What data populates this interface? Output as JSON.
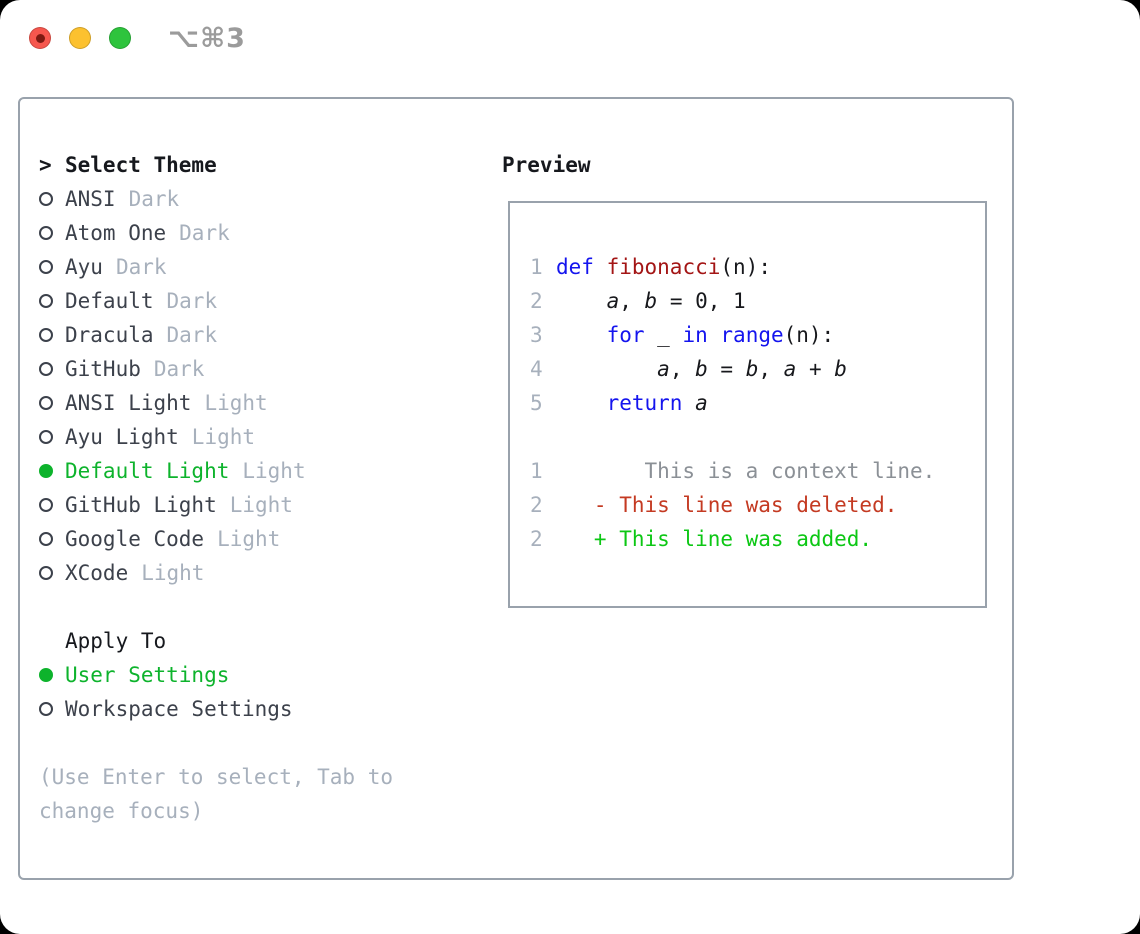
{
  "window": {
    "title": "⌥⌘3"
  },
  "theme_picker": {
    "header_prefix": ">",
    "header": "Select Theme",
    "items": [
      {
        "name": "ANSI",
        "variant": "Dark",
        "selected": false
      },
      {
        "name": "Atom One",
        "variant": "Dark",
        "selected": false
      },
      {
        "name": "Ayu",
        "variant": "Dark",
        "selected": false
      },
      {
        "name": "Default",
        "variant": "Dark",
        "selected": false
      },
      {
        "name": "Dracula",
        "variant": "Dark",
        "selected": false
      },
      {
        "name": "GitHub",
        "variant": "Dark",
        "selected": false
      },
      {
        "name": "ANSI Light",
        "variant": "Light",
        "selected": false
      },
      {
        "name": "Ayu Light",
        "variant": "Light",
        "selected": false
      },
      {
        "name": "Default Light",
        "variant": "Light",
        "selected": true
      },
      {
        "name": "GitHub Light",
        "variant": "Light",
        "selected": false
      },
      {
        "name": "Google Code",
        "variant": "Light",
        "selected": false
      },
      {
        "name": "XCode",
        "variant": "Light",
        "selected": false
      }
    ]
  },
  "apply_to": {
    "header": "Apply To",
    "options": [
      {
        "name": "User Settings",
        "selected": true
      },
      {
        "name": "Workspace Settings",
        "selected": false
      }
    ]
  },
  "hint": "(Use Enter to select, Tab to change focus)",
  "preview": {
    "header": "Preview",
    "lines": [
      {
        "num": "1",
        "tokens": [
          [
            "def",
            "kw"
          ],
          [
            " ",
            "p"
          ],
          [
            "fibonacci",
            "fn"
          ],
          [
            "(n):",
            "p"
          ]
        ]
      },
      {
        "num": "2",
        "tokens": [
          [
            "    ",
            "p"
          ],
          [
            "a",
            "v"
          ],
          [
            ", ",
            "p"
          ],
          [
            "b",
            "v"
          ],
          [
            " = 0, 1",
            "p"
          ]
        ]
      },
      {
        "num": "3",
        "tokens": [
          [
            "    ",
            "p"
          ],
          [
            "for",
            "kw"
          ],
          [
            " _ ",
            "p"
          ],
          [
            "in",
            "kw"
          ],
          [
            " ",
            "p"
          ],
          [
            "range",
            "kw"
          ],
          [
            "(n):",
            "p"
          ]
        ]
      },
      {
        "num": "4",
        "tokens": [
          [
            "        ",
            "p"
          ],
          [
            "a",
            "v"
          ],
          [
            ", ",
            "p"
          ],
          [
            "b",
            "v"
          ],
          [
            " = ",
            "p"
          ],
          [
            "b",
            "v"
          ],
          [
            ", ",
            "p"
          ],
          [
            "a",
            "v"
          ],
          [
            " + ",
            "p"
          ],
          [
            "b",
            "v"
          ]
        ]
      },
      {
        "num": "5",
        "tokens": [
          [
            "    ",
            "p"
          ],
          [
            "return",
            "kw"
          ],
          [
            " ",
            "p"
          ],
          [
            "a",
            "v"
          ]
        ]
      },
      {
        "num": "",
        "tokens": []
      },
      {
        "num": "1",
        "tokens": [
          [
            "       This is a context line.",
            "ctx"
          ]
        ]
      },
      {
        "num": "2",
        "tokens": [
          [
            "   - This line was deleted.",
            "del"
          ]
        ]
      },
      {
        "num": "2",
        "tokens": [
          [
            "   + This line was added.",
            "add"
          ]
        ]
      }
    ]
  },
  "colors": {
    "accent_green": "#0db32c",
    "diff_add": "#0cc714",
    "diff_del": "#c43a22",
    "diff_ctx": "#8b9096",
    "keyword_blue": "#1414ee",
    "function_red": "#a31515",
    "code_plain": "#17181c",
    "text_dark": "#16181d",
    "item_dark": "#3c414b",
    "muted_gray": "#a7b0bc",
    "line_number": "#a7b0bc",
    "border_gray": "#99a2ac",
    "title_gray": "#9b9b9b",
    "traffic_red": "#f6574e",
    "traffic_red_dot": "#7d1a12",
    "traffic_yellow": "#fcc12f",
    "traffic_green": "#2ec43d"
  }
}
